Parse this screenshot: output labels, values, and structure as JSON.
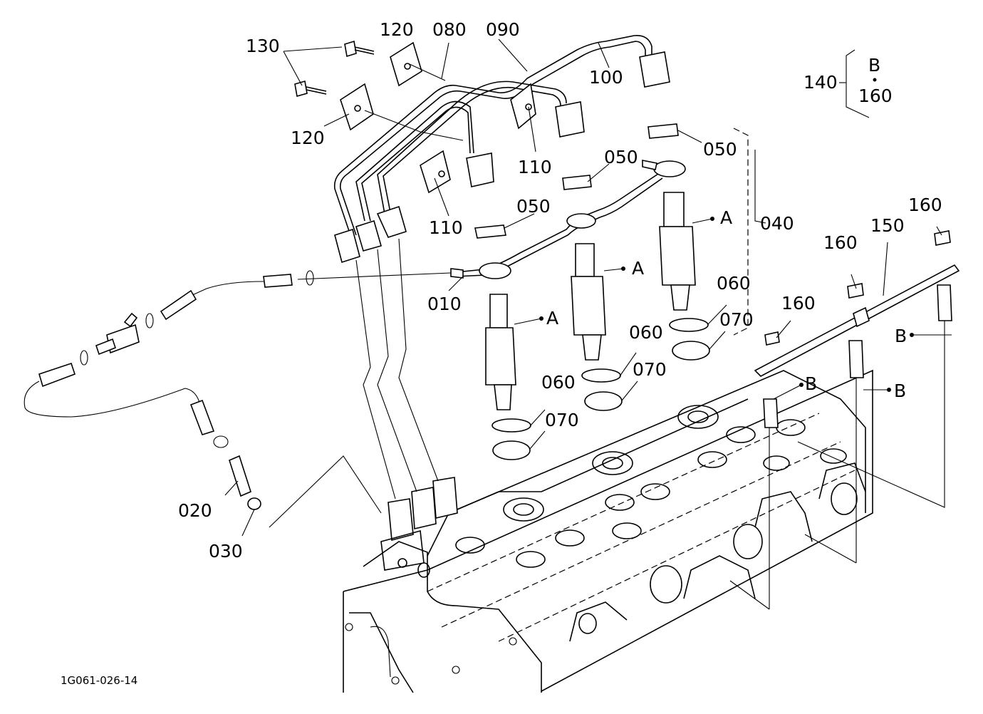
{
  "document_code": "1G061-026-14",
  "set_note": {
    "number": "140",
    "upper": "B",
    "lower": "160"
  },
  "callouts": {
    "c010": "010",
    "c020": "020",
    "c030": "030",
    "c040": "040",
    "c050a": "050",
    "c050b": "050",
    "c050c": "050",
    "c060a": "060",
    "c060b": "060",
    "c060c": "060",
    "c070a": "070",
    "c070b": "070",
    "c070c": "070",
    "c080": "080",
    "c090": "090",
    "c100": "100",
    "c110a": "110",
    "c110b": "110",
    "c120a": "120",
    "c120b": "120",
    "c130": "130",
    "c150": "150",
    "c160a": "160",
    "c160b": "160",
    "c160c": "160"
  },
  "refs": {
    "a": "A",
    "b": "B"
  }
}
